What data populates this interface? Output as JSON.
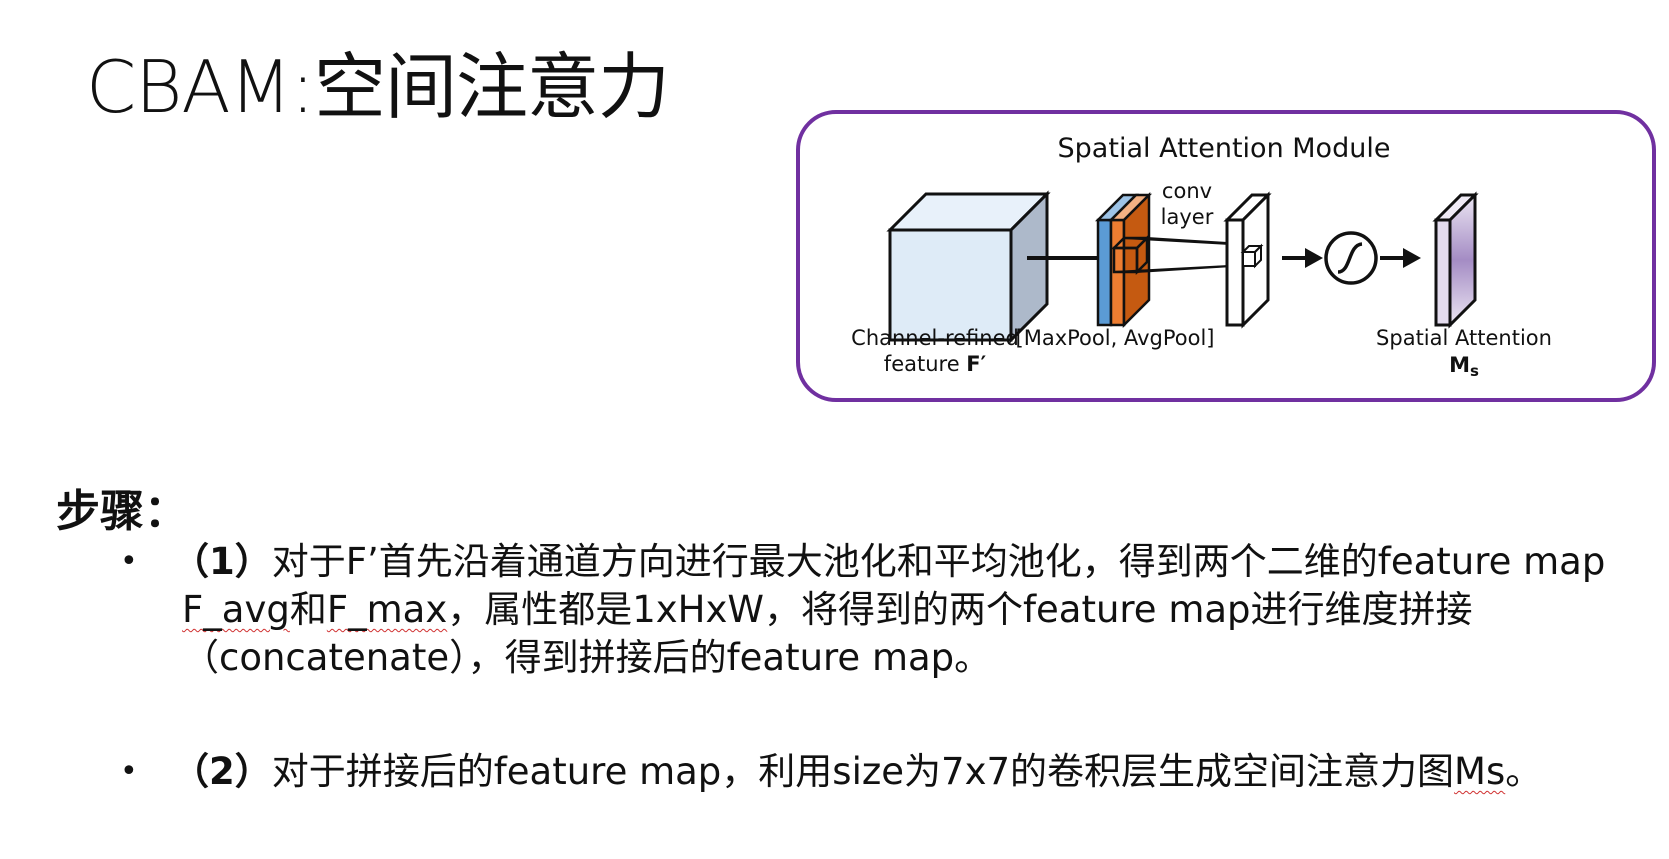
{
  "slide": {
    "title": "CBAM:空间注意力"
  },
  "diagram": {
    "title": "Spatial Attention Module",
    "conv_label_line1": "conv",
    "conv_label_line2": "layer",
    "input_label_line1": "Channel-refined",
    "input_label_line2_prefix": "feature ",
    "input_label_line2_symbol": "F′",
    "pool_label": "[MaxPool, AvgPool]",
    "output_label_line1": "Spatial Attention",
    "output_label_symbol": "M",
    "output_label_subscript": "s",
    "frame_color": "#7030a0",
    "maxpool_color": "#5b9bd5",
    "avgpool_color": "#c55a11",
    "cube_front_color": "#deebf7",
    "cube_side_color": "#adb9ca",
    "attention_map_color": "#c6b4d8",
    "icons": [
      "right-arrow-icon",
      "sigmoid-icon"
    ]
  },
  "steps": {
    "heading": "步骤：",
    "bullet": "•",
    "items": [
      {
        "num": "（1）",
        "text_a": "对于F’首先沿着通道方向进行最大池化和平均池化，得到两个二维的feature map ",
        "term_1": "F_avg",
        "text_b": "和",
        "term_2": "F_max",
        "text_c": "，属性都是1xHxW，将得到的两个feature map进行维度拼接（concatenate），得到拼接后的feature map。"
      },
      {
        "num": "（2）",
        "text_a": "对于拼接后的feature map，利用size为7x7的卷积层生成空间注意力图",
        "term_1": "Ms",
        "text_b": "。"
      }
    ]
  }
}
